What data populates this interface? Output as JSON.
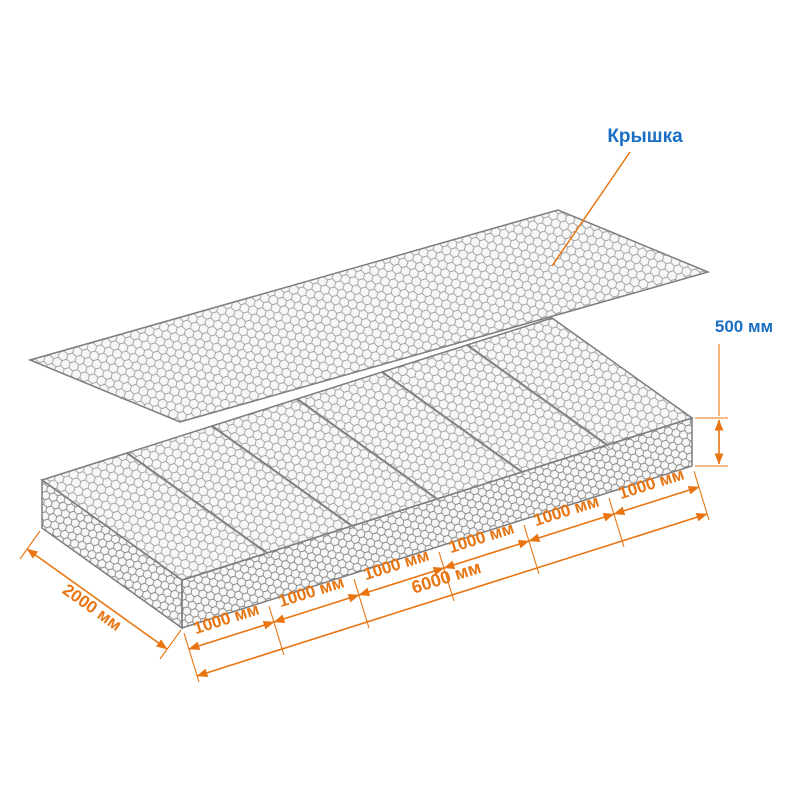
{
  "diagram": {
    "lid": {
      "label": "Крышка"
    },
    "dimensions": {
      "height": {
        "label": "500 мм"
      },
      "depth": {
        "label": "2000 мм"
      },
      "length_total": {
        "label": "6000 мм"
      },
      "length_segments": [
        {
          "label": "1000 мм"
        },
        {
          "label": "1000 мм"
        },
        {
          "label": "1000 мм"
        },
        {
          "label": "1000 мм"
        },
        {
          "label": "1000 мм"
        },
        {
          "label": "1000 мм"
        }
      ]
    },
    "colors": {
      "dimension_orange": "#e87511",
      "label_blue": "#1a6fc4",
      "mesh_gray": "#9c9c9c",
      "background": "#ffffff"
    }
  }
}
